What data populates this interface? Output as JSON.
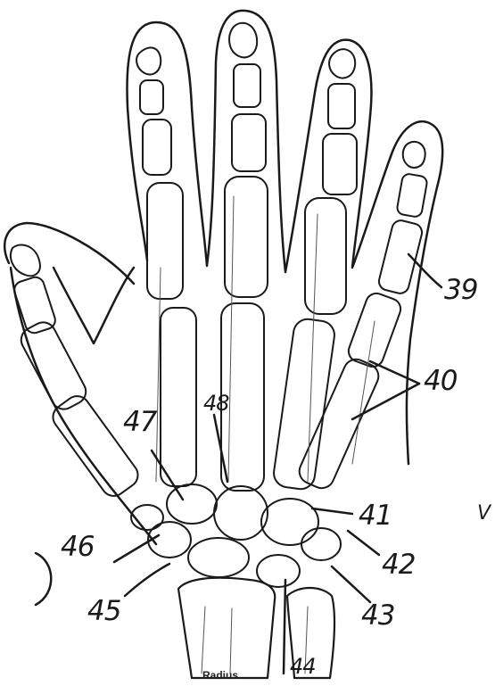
{
  "figure": {
    "bone_label": "Radius",
    "numbers": {
      "n39": "39",
      "n40": "40",
      "n41": "41",
      "n42": "42",
      "n43": "43",
      "n45": "45",
      "n46": "46",
      "n47": "47",
      "n48": "48",
      "n44": "44"
    },
    "marginal_marks": {
      "check_mark": "V",
      "bracket": ")"
    }
  },
  "colors": {
    "ink": "#1a1a1a",
    "paper": "#ffffff"
  }
}
